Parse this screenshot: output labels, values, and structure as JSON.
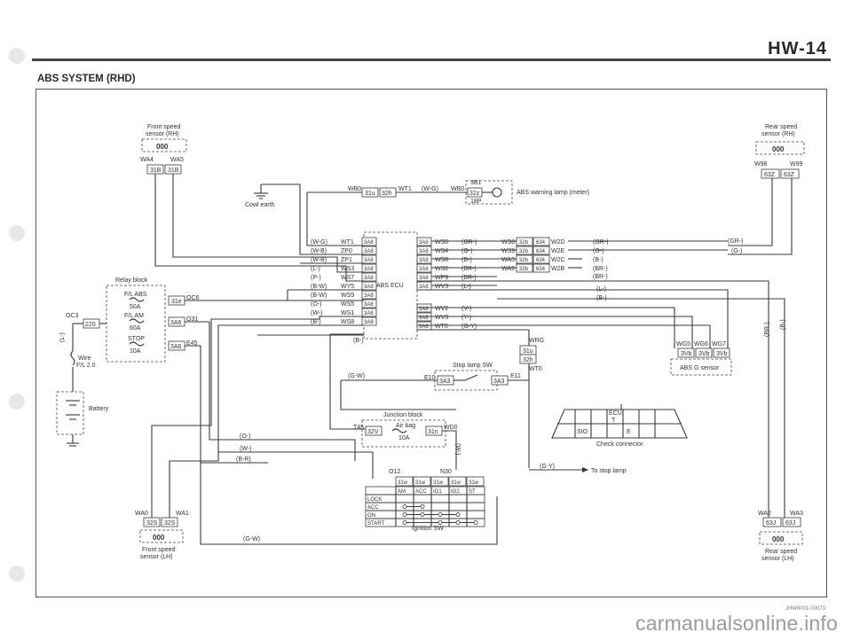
{
  "header": {
    "page_code": "HW-14",
    "title": "ABS SYSTEM (RHD)"
  },
  "footer": {
    "drawing_code": "JHW0001-00073",
    "watermark": "carmanualsonline.info"
  },
  "components": {
    "front_speed_sensor_rh": [
      "Front speed",
      "sensor (RH)"
    ],
    "front_speed_sensor_lh": [
      "Front speed",
      "sensor (LH)"
    ],
    "rear_speed_sensor_rh": [
      "Rear speed",
      "sensor (RH)"
    ],
    "rear_speed_sensor_lh": [
      "Rear speed",
      "sensor (LH)"
    ],
    "cowl_earth": "Cowl earth",
    "abs_warning_lamp": "ABS warning lamp (meter)",
    "abs_ecu": "ABS ECU",
    "relay_block": "Relay block",
    "fl_abs": "F/L ABS",
    "fl_abs_rating": "50A",
    "fl_am": "F/L AM",
    "fl_am_rating": "60A",
    "stop_fuse": "STOP",
    "stop_fuse_rating": "10A",
    "wire": [
      "Wire",
      "F/L 2.0"
    ],
    "battery": "Battery",
    "stop_lamp_sw": "Stop lamp SW",
    "junction_block": "Junction block",
    "air_bag": "Air bag",
    "air_bag_rating": "10A",
    "ignition_sw": "Ignition SW",
    "abs_g_sensor": "ABS G sensor",
    "check_connector": "Check connector",
    "to_stop_lamp": "To stop lamp",
    "sensor_glyph": "000"
  },
  "connectors": {
    "wa4": "WA4",
    "wa5": "WA5",
    "c31b": "31B",
    "wa0": "WA0",
    "wa1": "WA1",
    "c32s": "32S",
    "wb0": "WB0",
    "wt1_top": "WT1",
    "c31u": "31u",
    "c32h": "32h",
    "wb0b": "WB0",
    "c3b1": "3B1",
    "c32z": "32z",
    "c18p": "18P",
    "w98": "W98",
    "w99": "W99",
    "c63z": "63Z",
    "wa2": "WA2",
    "wa3": "WA3",
    "c63j": "63J",
    "oc6": "OC6",
    "c31e": "31e",
    "oc3": "OC3",
    "c220": "220",
    "o31": "O31",
    "c3a6": "3A6",
    "e45": "E45",
    "c3a6b": "3A6",
    "e10": "E10",
    "c3a3": "3A3",
    "e11": "E11",
    "c3a3b": "3A3",
    "wrg": "WRG",
    "c31u2": "31u",
    "c32h2": "32h",
    "wt0": "WT0",
    "t45": "T45",
    "c32v": "32V",
    "c31n": "31n",
    "wd0": "WD0",
    "o12": "O12",
    "n30": "N30",
    "c31w": "31w",
    "wg": [
      "WG5",
      "WG6",
      "WG7"
    ],
    "c3vb": "3Vb",
    "ecu_t": [
      "ECU",
      "T"
    ],
    "sio": "SIO",
    "e": "E"
  },
  "ecu_left_pins": [
    {
      "wire": "(W-G)",
      "name": "WT1"
    },
    {
      "wire": "(W-B)",
      "name": "ZP0"
    },
    {
      "wire": "(W-B)",
      "name": "ZP1"
    },
    {
      "wire": "(L-)",
      "name": "WS3"
    },
    {
      "wire": "(P-)",
      "name": "WS7"
    },
    {
      "wire": "(B-W)",
      "name": "WY5"
    },
    {
      "wire": "(B-W)",
      "name": "WS9"
    },
    {
      "wire": "(O-)",
      "name": "WS5"
    },
    {
      "wire": "(W-)",
      "name": "WS1"
    },
    {
      "wire": "(B-)",
      "name": "WS8"
    }
  ],
  "ecu_right_pins": [
    {
      "name": "WS0",
      "wire": "(GR-)"
    },
    {
      "name": "WS4",
      "wire": "(G-)"
    },
    {
      "name": "WS8",
      "wire": "(B-)"
    },
    {
      "name": "WS2",
      "wire": "(BR-)"
    },
    {
      "name": "WP9",
      "wire": "(BR-)"
    },
    {
      "name": "WV3",
      "wire": "(L-)"
    },
    {
      "name": "WV2",
      "wire": "(V-)"
    },
    {
      "name": "WV3",
      "wire": "(Y-)"
    },
    {
      "name": "WT0",
      "wire": "(G-Y)"
    }
  ],
  "ecu_pin_code": "3A8",
  "rear_conn": [
    {
      "name": "WS8",
      "a": "32b",
      "b": "634",
      "out": "W2D",
      "wire": "(GR-)"
    },
    {
      "name": "WS9",
      "a": "32b",
      "b": "634",
      "out": "W2E",
      "wire": "(G-)"
    },
    {
      "name": "WA3",
      "a": "32b",
      "b": "634",
      "out": "W2C",
      "wire": "(B-)"
    },
    {
      "name": "WA9",
      "a": "32b",
      "b": "634",
      "out": "W2B",
      "wire": "(BR-)"
    }
  ],
  "right_wires": [
    "(BR-)",
    "(L-)",
    "(B-)"
  ],
  "far_right_wires": [
    "(GR-)",
    "(G-)"
  ],
  "vertical_wires": [
    "(BR-)",
    "(B-)",
    "(L-)"
  ],
  "lower_wires": [
    "(B-)",
    "(G-W)",
    "(O-)",
    "(W-)",
    "(B-R)",
    "(G-W)",
    "(G-Y)",
    "(W-)"
  ],
  "ignition": {
    "columns": [
      "AM",
      "ACC",
      "IG1",
      "IG2",
      "ST"
    ],
    "rows": [
      "LOCK",
      "ACC",
      "ON",
      "START"
    ]
  }
}
